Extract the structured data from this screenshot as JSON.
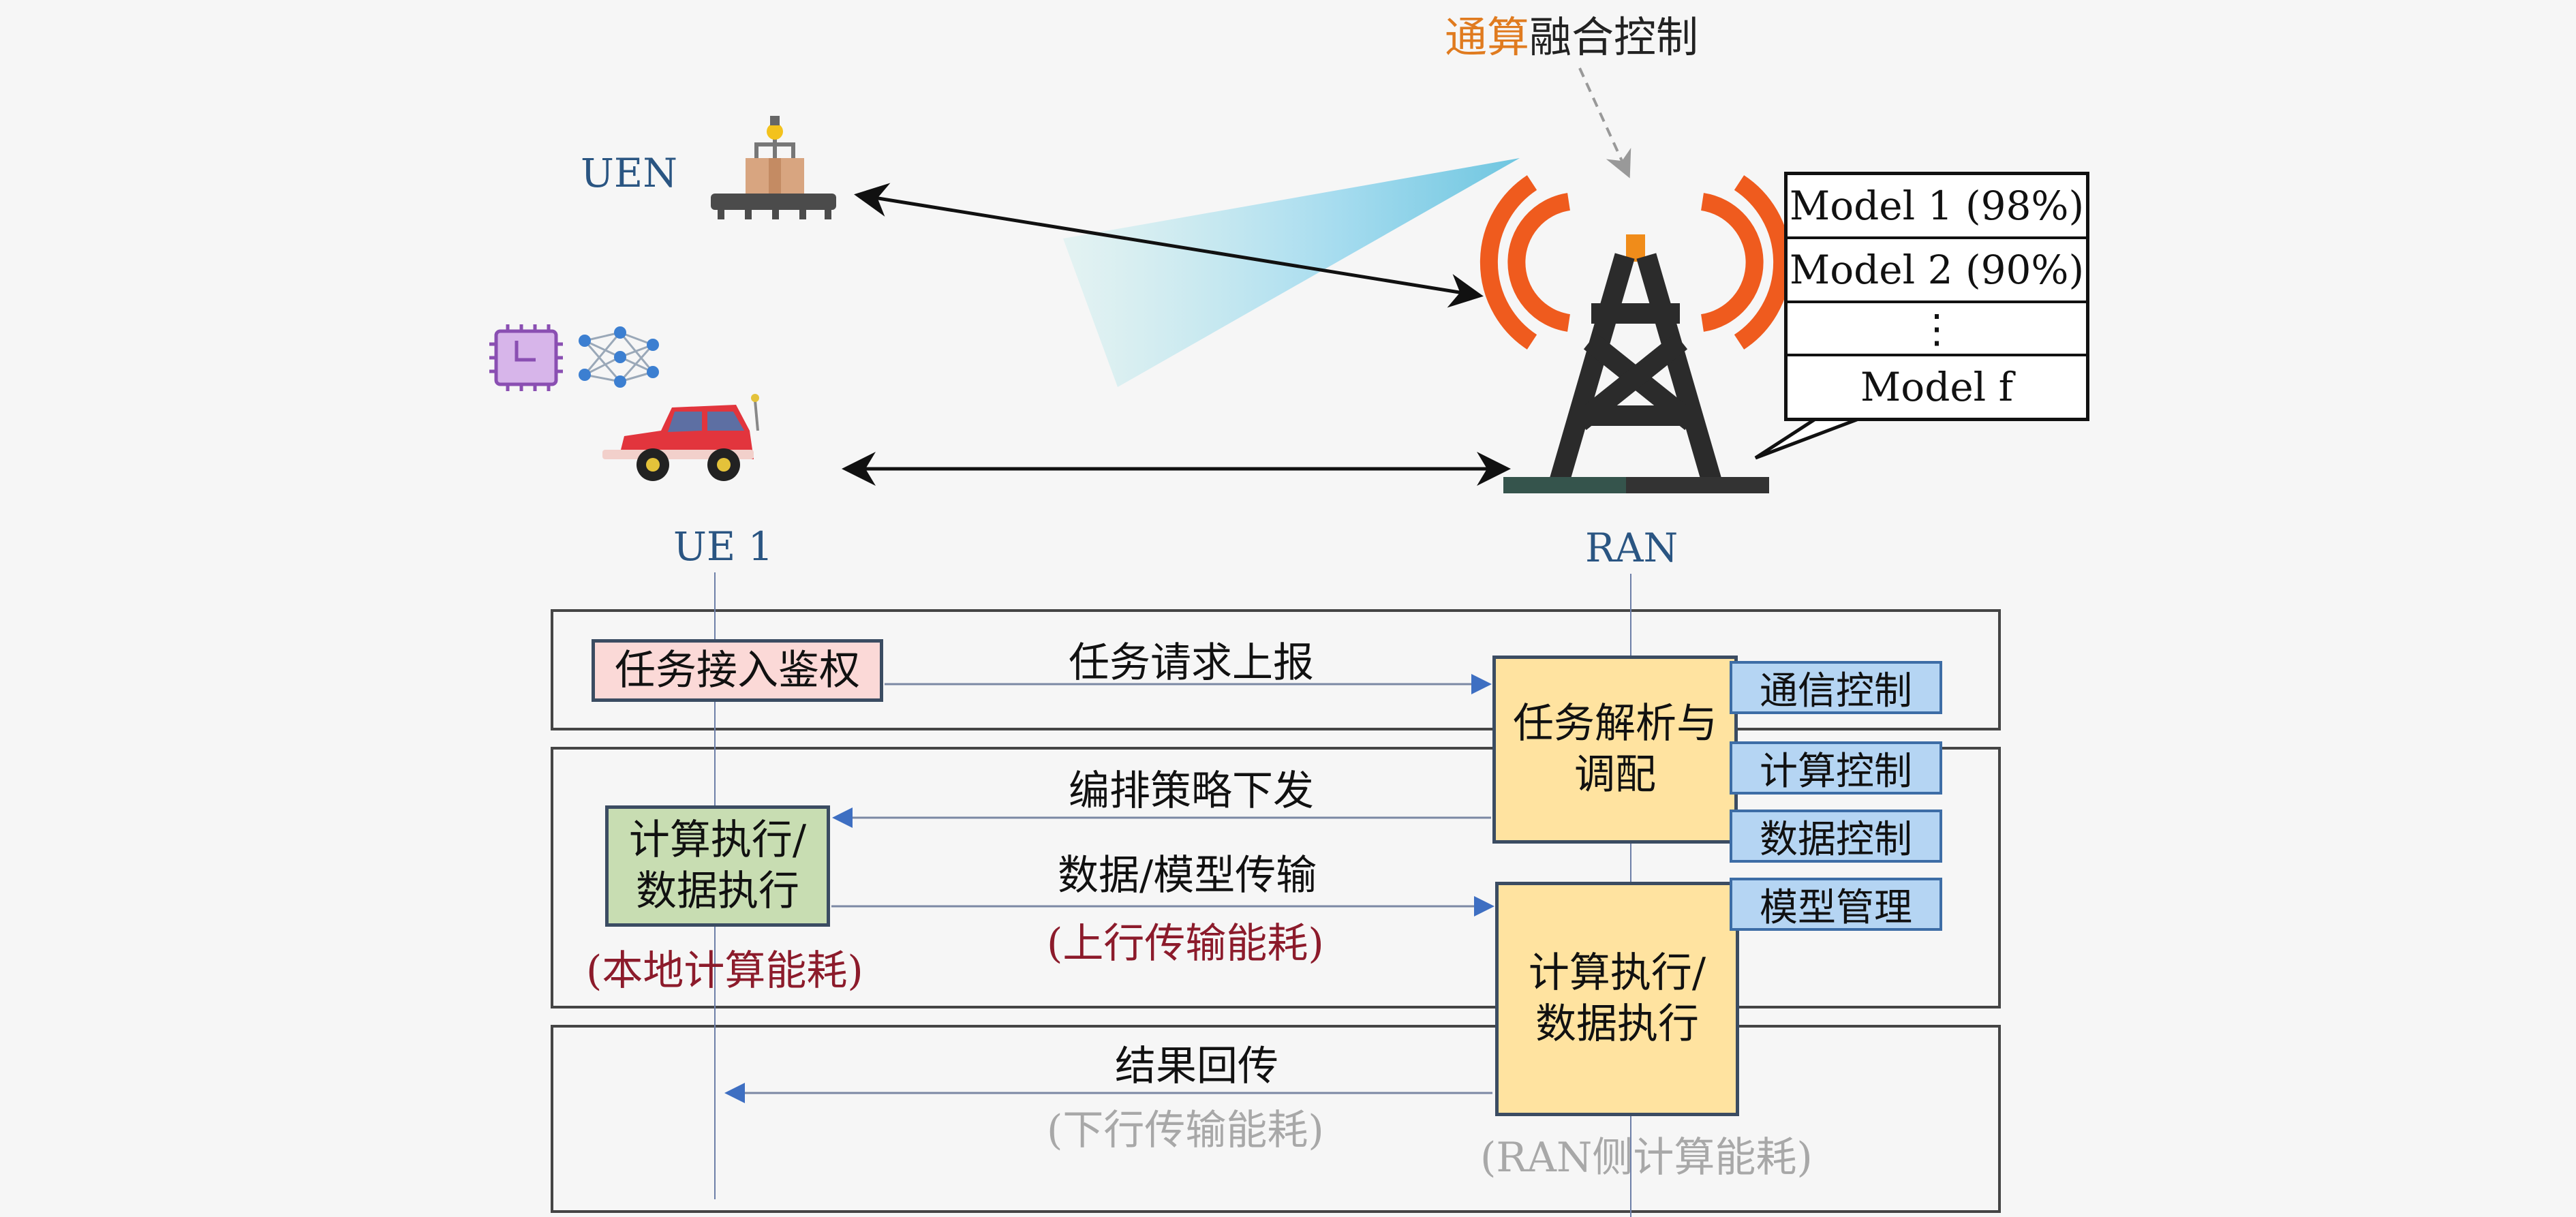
{
  "title": {
    "part1": "通算",
    "part2": "融合控制"
  },
  "nodes": {
    "uen": "UEN",
    "ue1": "UE 1",
    "ran": "RAN"
  },
  "models": [
    "Model 1 (98%)",
    "Model 2 (90%)",
    "⋮",
    "Model f"
  ],
  "phases": {
    "access": {
      "box": "任务接入鉴权",
      "message": "任务请求上报"
    },
    "orchestrate": {
      "message": "编排策略下发"
    },
    "transfer": {
      "message": "数据/模型传输",
      "energy": "(上行传输能耗)"
    },
    "local": {
      "line1": "计算执行/",
      "line2": "数据执行",
      "energy": "(本地计算能耗)"
    },
    "result": {
      "message": "结果回传",
      "energy": "(下行传输能耗)"
    }
  },
  "ran_parse": {
    "line1": "任务解析与",
    "line2": "调配"
  },
  "ran_exec": {
    "line1": "计算执行/",
    "line2": "数据执行",
    "energy": "(RAN侧计算能耗)"
  },
  "controls": [
    "通信控制",
    "计算控制",
    "数据控制",
    "模型管理"
  ],
  "colors": {
    "accent_orange": "#e07b1f",
    "node_blue": "#2a5582",
    "control_fill": "#b5d5f3",
    "exec_fill": "#ffe3a0",
    "energy_red": "#8c1b2b"
  }
}
